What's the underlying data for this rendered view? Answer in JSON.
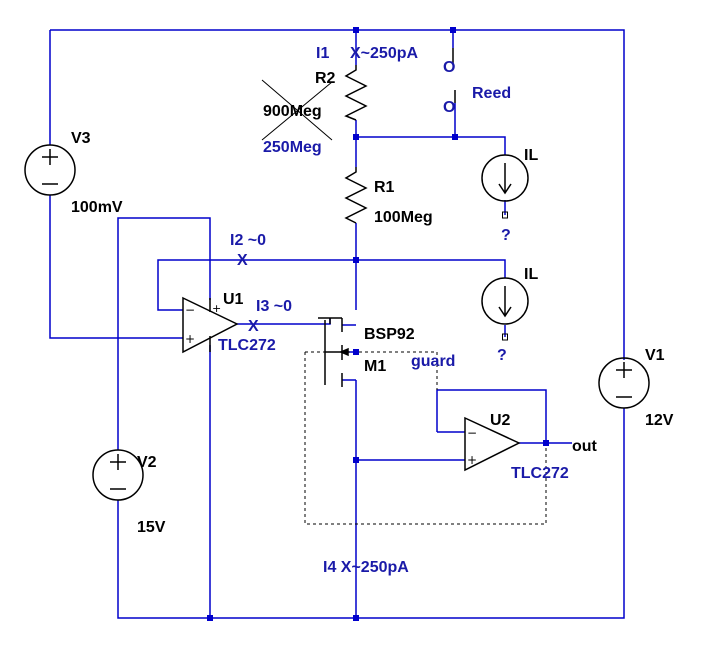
{
  "colors": {
    "wire": "#0000cc",
    "component": "#000000",
    "annotation": "#1a1aa8",
    "node": "#0000cc"
  },
  "labels": {
    "i1": "I1",
    "i1_value": "X~250pA",
    "r2_name": "R2",
    "r2_old_value": "900Meg",
    "r2_new_value": "250Meg",
    "reed": "Reed",
    "switch_o_top": "O",
    "switch_o_bottom": "O",
    "il_top": "IL",
    "il_top_q": "?",
    "r1_name": "R1",
    "r1_value": "100Meg",
    "il_mid": "IL",
    "il_mid_q": "?",
    "v3_name": "V3",
    "v3_value": "100mV",
    "i2": "I2 ~0",
    "i2_x": "X",
    "u1_name": "U1",
    "u1_model": "TLC272",
    "i3": "I3  ~0",
    "i3_x": "X",
    "m1_model": "BSP92",
    "m1_name": "M1",
    "guard": "guard",
    "v1_name": "V1",
    "v1_value": "12V",
    "u2_name": "U2",
    "u2_model": "TLC272",
    "out": "out",
    "v2_name": "V2",
    "v2_value": "15V",
    "i4": "I4 X~250pA",
    "u1_plus_out": "+",
    "u1_plus_in": "+",
    "u1_minus_in": "−",
    "u2_minus_in": "−",
    "u2_plus_in": "+",
    "v1_plus": "+",
    "v1_minus": "−",
    "v2_plus": "+",
    "v2_minus": "−",
    "v3_plus": "+",
    "v3_minus": "−"
  }
}
